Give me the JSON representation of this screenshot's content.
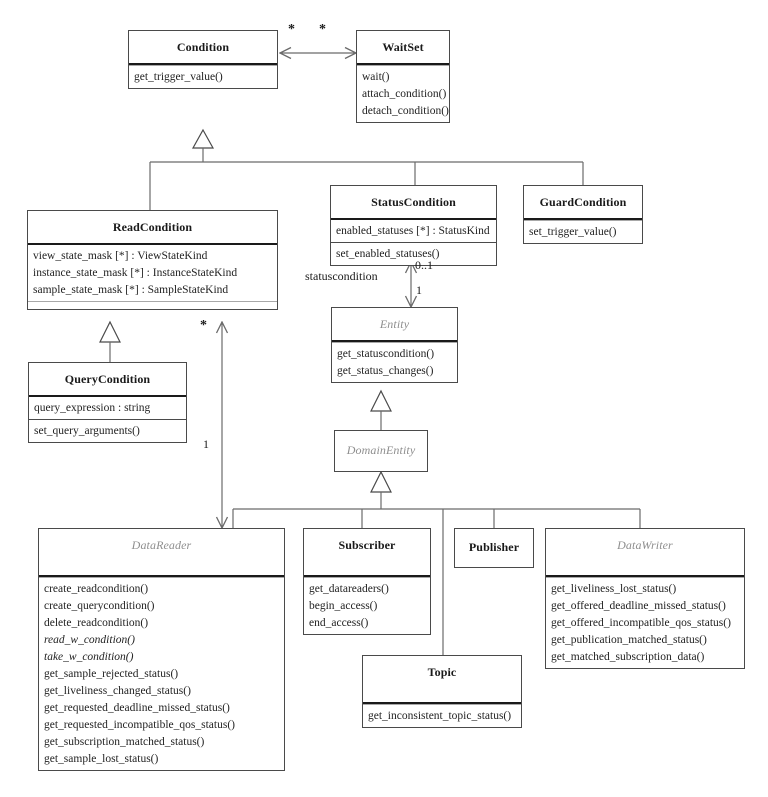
{
  "diagram": {
    "title": "DDS Conditions and Wait-sets UML class diagram",
    "type": "uml-class-diagram",
    "colors": {
      "background": "#ffffff",
      "box_border": "#4a4a4a",
      "text": "#1a1a1a",
      "abstract_text": "#8e8e8e",
      "line": "#6b6b6b",
      "separator_thick": "#1a1a1a",
      "separator_gray": "#a8a8a8"
    }
  },
  "classes": {
    "condition": {
      "name": "Condition",
      "abstract": false,
      "attributes": [],
      "operations": [
        "get_trigger_value()"
      ]
    },
    "waitset": {
      "name": "WaitSet",
      "abstract": false,
      "attributes": [],
      "operations": [
        "wait()",
        "attach_condition()",
        "detach_condition()"
      ]
    },
    "readcondition": {
      "name": "ReadCondition",
      "abstract": false,
      "attributes": [
        "view_state_mask [*] : ViewStateKind",
        "instance_state_mask [*] : InstanceStateKind",
        "sample_state_mask [*] : SampleStateKind"
      ],
      "operations": []
    },
    "statuscondition": {
      "name": "StatusCondition",
      "abstract": false,
      "attributes": [
        "enabled_statuses [*] : StatusKind"
      ],
      "operations": [
        "set_enabled_statuses()"
      ]
    },
    "guardcondition": {
      "name": "GuardCondition",
      "abstract": false,
      "attributes": [],
      "operations": [
        "set_trigger_value()"
      ]
    },
    "querycondition": {
      "name": "QueryCondition",
      "abstract": false,
      "attributes": [
        "query_expression : string"
      ],
      "operations": [
        "set_query_arguments()"
      ]
    },
    "entity": {
      "name": "Entity",
      "abstract": true,
      "attributes": [],
      "operations": [
        "get_statuscondition()",
        "get_status_changes()"
      ]
    },
    "domainentity": {
      "name": "DomainEntity",
      "abstract": true,
      "attributes": [],
      "operations": []
    },
    "datareader": {
      "name": "DataReader",
      "abstract": true,
      "attributes": [],
      "operations": [
        {
          "text": "create_readcondition()",
          "italic": false
        },
        {
          "text": "create_querycondition()",
          "italic": false
        },
        {
          "text": "delete_readcondition()",
          "italic": false
        },
        {
          "text": "read_w_condition()",
          "italic": true
        },
        {
          "text": "take_w_condition()",
          "italic": true
        },
        {
          "text": "get_sample_rejected_status()",
          "italic": false
        },
        {
          "text": "get_liveliness_changed_status()",
          "italic": false
        },
        {
          "text": "get_requested_deadline_missed_status()",
          "italic": false
        },
        {
          "text": "get_requested_incompatible_qos_status()",
          "italic": false
        },
        {
          "text": "get_subscription_matched_status()",
          "italic": false
        },
        {
          "text": "get_sample_lost_status()",
          "italic": false
        }
      ]
    },
    "subscriber": {
      "name": "Subscriber",
      "abstract": false,
      "attributes": [],
      "operations": [
        "get_datareaders()",
        "begin_access()",
        "end_access()"
      ]
    },
    "publisher": {
      "name": "Publisher",
      "abstract": false,
      "attributes": [],
      "operations": []
    },
    "datawriter": {
      "name": "DataWriter",
      "abstract": true,
      "attributes": [],
      "operations": [
        "get_liveliness_lost_status()",
        "get_offered_deadline_missed_status()",
        "get_offered_incompatible_qos_status()",
        "get_publication_matched_status()",
        "get_matched_subscription_data()"
      ]
    },
    "topic": {
      "name": "Topic",
      "abstract": false,
      "attributes": [],
      "operations": [
        "get_inconsistent_topic_status()"
      ]
    }
  },
  "relationships": {
    "condition_waitset": {
      "kind": "association",
      "source_multiplicity": "*",
      "target_multiplicity": "*"
    },
    "statuscondition_entity": {
      "kind": "association",
      "role": "statuscondition",
      "source_multiplicity": "0..1",
      "target_multiplicity": "1"
    },
    "readcondition_datareader": {
      "kind": "association",
      "source_multiplicity": "*",
      "target_multiplicity": "1"
    },
    "generalizations": [
      {
        "parent": "Condition",
        "child": "ReadCondition"
      },
      {
        "parent": "Condition",
        "child": "StatusCondition"
      },
      {
        "parent": "Condition",
        "child": "GuardCondition"
      },
      {
        "parent": "ReadCondition",
        "child": "QueryCondition"
      },
      {
        "parent": "Entity",
        "child": "DomainEntity"
      },
      {
        "parent": "DomainEntity",
        "child": "DataReader"
      },
      {
        "parent": "DomainEntity",
        "child": "Subscriber"
      },
      {
        "parent": "DomainEntity",
        "child": "Publisher"
      },
      {
        "parent": "DomainEntity",
        "child": "DataWriter"
      },
      {
        "parent": "DomainEntity",
        "child": "Topic"
      }
    ]
  },
  "labels": {
    "waitset_left_star": "*",
    "waitset_right_star": "*",
    "statuscondition_role": "statuscondition",
    "statuscondition_mult_top": "0..1",
    "statuscondition_mult_bottom": "1",
    "readcondition_mult_star": "*",
    "datareader_mult_one": "1"
  }
}
